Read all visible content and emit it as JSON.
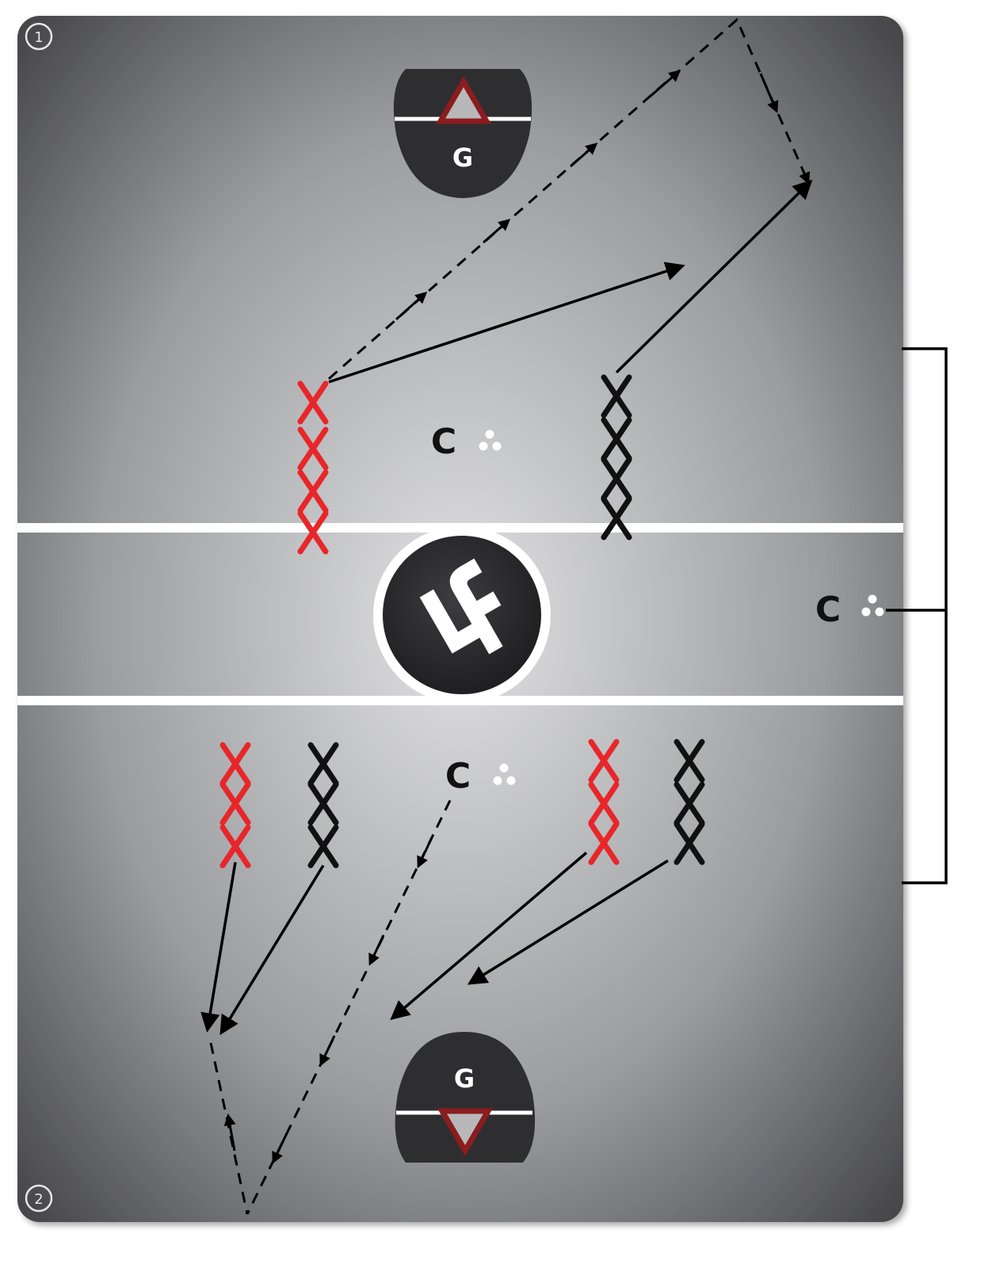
{
  "drill": {
    "badges": [
      "1",
      "2"
    ],
    "goal_label": "G",
    "coach_label": "C",
    "logo_icon": "lf-logo-icon",
    "colors": {
      "field_light": "#d9d9db",
      "field_dark": "#3a3a3d",
      "line": "#ffffff",
      "attack_x": "#e8262a",
      "defense_x": "#111111",
      "crease": "#2e2e31",
      "goal_triangle": "#8b1c1f",
      "arrow": "#000000"
    },
    "legend": {
      "pass_line": "dashed",
      "run_line": "solid"
    }
  }
}
